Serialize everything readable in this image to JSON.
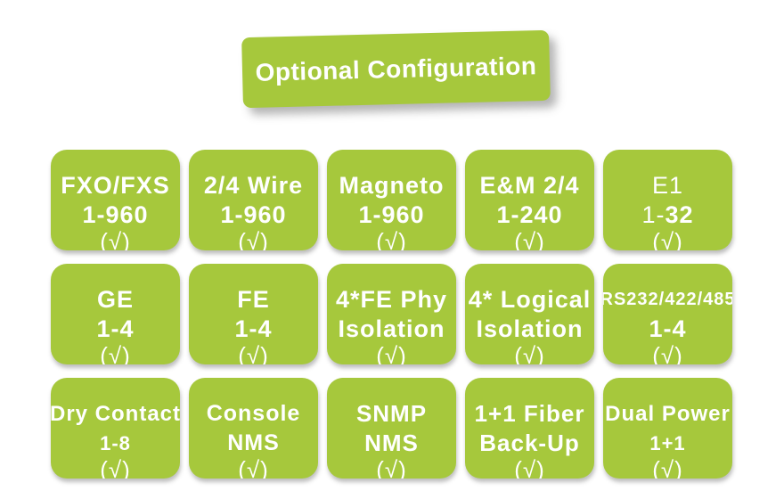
{
  "banner": {
    "label": "Optional Configuration"
  },
  "colors": {
    "green": "#a6c83c",
    "text": "#ffffff"
  },
  "cards": [
    {
      "name": "fxo-fxs",
      "lines": [
        {
          "text": "FXO/FXS"
        },
        {
          "text": "1-960"
        }
      ],
      "check": "(√)"
    },
    {
      "name": "2-4-wire",
      "lines": [
        {
          "text": "2/4 Wire"
        },
        {
          "text": "1-960"
        }
      ],
      "check": "(√)"
    },
    {
      "name": "magneto",
      "lines": [
        {
          "text": "Magneto"
        },
        {
          "text": "1-960"
        }
      ],
      "check": "(√)"
    },
    {
      "name": "em-2-4",
      "lines": [
        {
          "text": "E&M 2/4"
        },
        {
          "text": "1-240"
        }
      ],
      "check": "(√)"
    },
    {
      "name": "e1",
      "lines": [
        {
          "text": "E1",
          "bold": false
        },
        {
          "segments": [
            {
              "text": "1-",
              "bold": false
            },
            {
              "text": "32",
              "bold": true
            }
          ]
        }
      ],
      "check": "(√)"
    },
    {
      "name": "ge",
      "lines": [
        {
          "text": "GE"
        },
        {
          "text": "1-4"
        }
      ],
      "check": "(√)"
    },
    {
      "name": "fe",
      "lines": [
        {
          "text": "FE"
        },
        {
          "text": "1-4"
        }
      ],
      "check": "(√)"
    },
    {
      "name": "4-fe-phy-isolation",
      "lines": [
        {
          "text": "4*FE Phy"
        },
        {
          "text": "Isolation"
        }
      ],
      "check": "(√)"
    },
    {
      "name": "4-logical-isolation",
      "lines": [
        {
          "text": "4* Logical"
        },
        {
          "text": "Isolation"
        }
      ],
      "check": "(√)"
    },
    {
      "name": "rs232-422-485",
      "lines": [
        {
          "text": "RS232/422/485",
          "size": 20
        },
        {
          "text": "1-4"
        }
      ],
      "check": "(√)"
    },
    {
      "name": "dry-contact",
      "lines": [
        {
          "text": "Dry Contact",
          "size": 24
        },
        {
          "text": "1-8",
          "size": 22
        }
      ],
      "check": "(√)"
    },
    {
      "name": "console-nms",
      "lines": [
        {
          "text": "Console",
          "size": 25
        },
        {
          "text": "NMS",
          "size": 25
        }
      ],
      "check": "(√)"
    },
    {
      "name": "snmp-nms",
      "lines": [
        {
          "text": "SNMP",
          "size": 26
        },
        {
          "text": "NMS",
          "size": 26
        }
      ],
      "check": "(√)"
    },
    {
      "name": "1-1-fiber-backup",
      "lines": [
        {
          "text": "1+1 Fiber",
          "size": 26
        },
        {
          "text": "Back-Up",
          "size": 26
        }
      ],
      "check": "(√)"
    },
    {
      "name": "dual-power",
      "lines": [
        {
          "text": "Dual Power",
          "size": 24
        },
        {
          "text": "1+1",
          "size": 22
        }
      ],
      "check": "(√)"
    }
  ]
}
